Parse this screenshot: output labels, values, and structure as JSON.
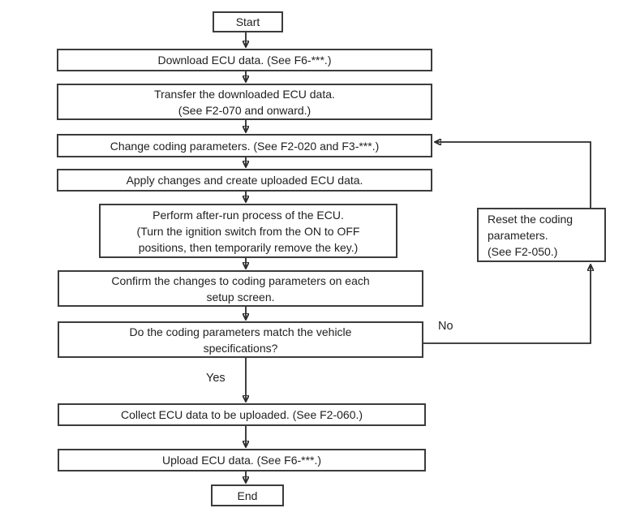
{
  "colors": {
    "background": "#ffffff",
    "box_border": "#3c3c3c",
    "text": "#1f1f1f",
    "arrow": "#2b2b2b"
  },
  "labels": {
    "yes": "Yes",
    "no": "No"
  },
  "nodes": {
    "start": {
      "lines": [
        "Start"
      ]
    },
    "download": {
      "lines": [
        "Download ECU data. (See F6-***.)"
      ]
    },
    "transfer": {
      "lines": [
        "Transfer the downloaded ECU data.",
        "(See F2-070 and onward.)"
      ]
    },
    "change": {
      "lines": [
        "Change coding parameters. (See F2-020 and F3-***.)"
      ]
    },
    "apply": {
      "lines": [
        "Apply changes and create uploaded ECU data."
      ]
    },
    "afterrun": {
      "lines": [
        "Perform after-run process of the ECU.",
        "(Turn the ignition switch from the ON to OFF",
        "positions, then temporarily remove the key.)"
      ]
    },
    "confirm": {
      "lines": [
        "Confirm the changes to coding parameters on each",
        "setup screen."
      ]
    },
    "decision": {
      "lines": [
        "Do the coding parameters match the vehicle",
        "specifications?"
      ]
    },
    "collect": {
      "lines": [
        "Collect ECU data to be uploaded. (See F2-060.)"
      ]
    },
    "upload": {
      "lines": [
        "Upload ECU data. (See F6-***.)"
      ]
    },
    "end": {
      "lines": [
        "End"
      ]
    },
    "reset": {
      "lines": [
        "Reset the coding",
        "parameters.",
        "(See F2-050.)"
      ]
    }
  },
  "edges": [
    {
      "from": "start",
      "to": "download",
      "label": ""
    },
    {
      "from": "download",
      "to": "transfer",
      "label": ""
    },
    {
      "from": "transfer",
      "to": "change",
      "label": ""
    },
    {
      "from": "change",
      "to": "apply",
      "label": ""
    },
    {
      "from": "apply",
      "to": "afterrun",
      "label": ""
    },
    {
      "from": "afterrun",
      "to": "confirm",
      "label": ""
    },
    {
      "from": "confirm",
      "to": "decision",
      "label": ""
    },
    {
      "from": "decision",
      "to": "collect",
      "label": "Yes"
    },
    {
      "from": "collect",
      "to": "upload",
      "label": ""
    },
    {
      "from": "upload",
      "to": "end",
      "label": ""
    },
    {
      "from": "decision",
      "to": "reset",
      "label": "No"
    },
    {
      "from": "reset",
      "to": "change",
      "label": ""
    }
  ]
}
